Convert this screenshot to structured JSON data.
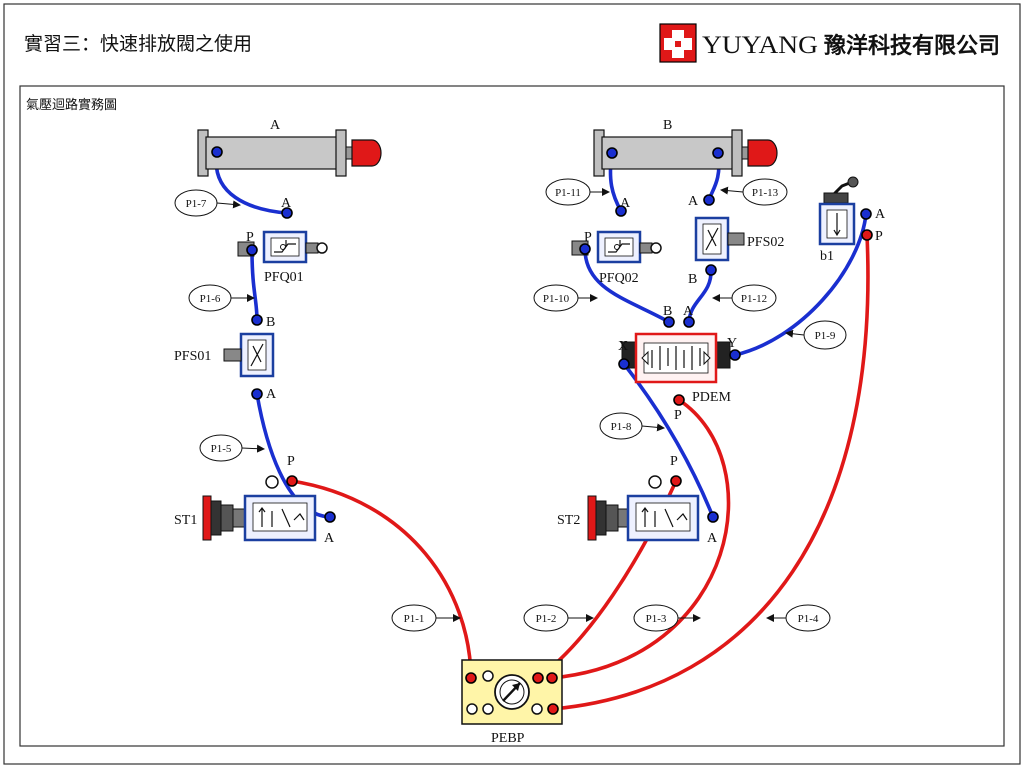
{
  "header": {
    "title": "實習三：快速排放閥之使用",
    "company_latin": "YUYANG",
    "company_cjk": "豫洋科技有限公司",
    "brand_color": "#e01818"
  },
  "panel": {
    "caption": "氣壓迴路實務圖"
  },
  "components": {
    "cyl_a": "A",
    "cyl_b": "B",
    "pfq01": "PFQ01",
    "pfq02": "PFQ02",
    "pfs01": "PFS01",
    "pfs02": "PFS02",
    "pdem": "PDEM",
    "st1": "ST1",
    "st2": "ST2",
    "b1": "b1",
    "pebp": "PEBP"
  },
  "ports": {
    "a": "A",
    "b": "B",
    "p": "P",
    "x": "X",
    "y": "Y"
  },
  "hoses": [
    "P1-1",
    "P1-2",
    "P1-3",
    "P1-4",
    "P1-5",
    "P1-6",
    "P1-7",
    "P1-8",
    "P1-9",
    "P1-10",
    "P1-11",
    "P1-12",
    "P1-13"
  ],
  "hose_colors": {
    "supply": "#e01818",
    "signal": "#1a2fd0"
  },
  "icons": [
    "yuyang-cross-logo",
    "pressure-gauge-icon",
    "mushroom-button-icon",
    "roller-lever-icon",
    "check-valve-symbol"
  ]
}
